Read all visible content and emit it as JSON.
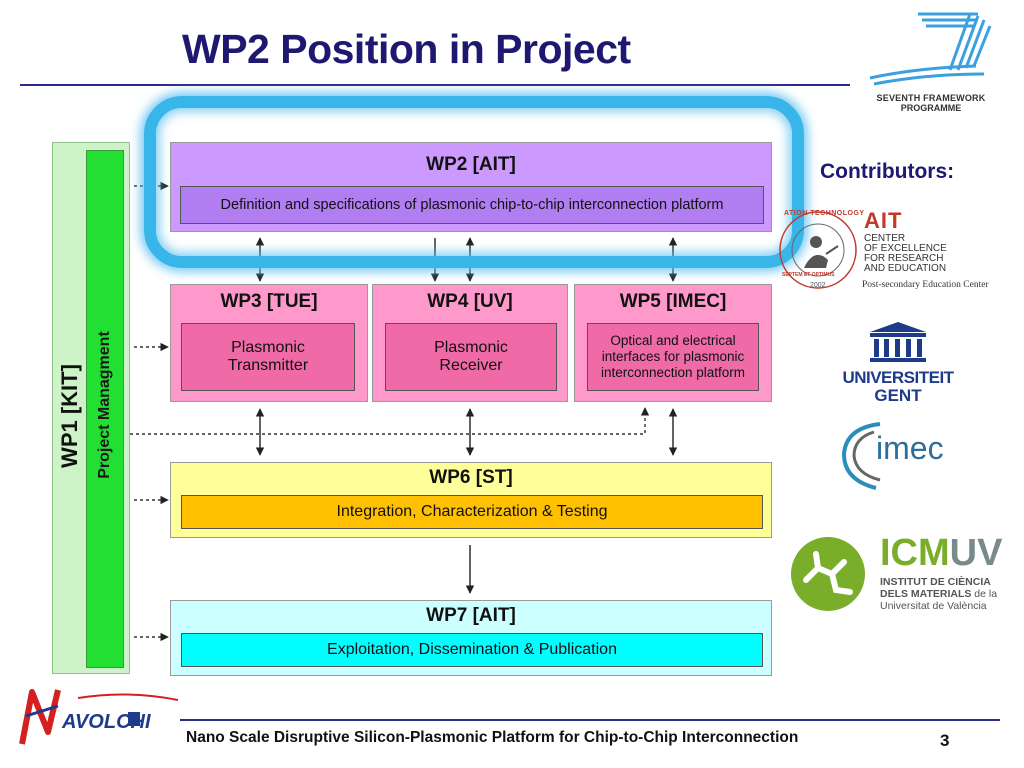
{
  "title": "WP2 Position in Project",
  "footer": {
    "text": "Nano Scale Disruptive Silicon-Plasmonic Platform for Chip-to-Chip Interconnection",
    "page": "3"
  },
  "logos": {
    "fp7": {
      "line1": "SEVENTH FRAMEWORK",
      "line2": "PROGRAMME"
    },
    "navolchi": "NAVOLCHI",
    "ait": {
      "name": "AIT",
      "lines": [
        "CENTER",
        "OF EXCELLENCE",
        "FOR RESEARCH",
        "AND EDUCATION"
      ],
      "sub": "Post-secondary Education Center",
      "ring": "ATION TECHNOLOGY",
      "year": "2002",
      "ring2": "SEPTEM ET OPTIMUS"
    },
    "ugent": {
      "line1": "UNIVERSITEIT",
      "line2": "GENT"
    },
    "imec": "imec",
    "icmuv": {
      "name_a": "ICM",
      "name_b": "UV",
      "line1": "INSTITUT DE CIÈNCIA",
      "line2a": "DELS MATERIALS",
      "line2b": " de la",
      "line3": "Universitat de València"
    }
  },
  "contributors_label": "Contributors:",
  "diagram": {
    "wp1": "WP1 [KIT]",
    "pm": "Project Managment",
    "wp2": {
      "head": "WP2 [AIT]",
      "body": "Definition and specifications  of plasmonic chip-to-chip interconnection platform"
    },
    "wp3": {
      "head": "WP3 [TUE]",
      "body_lines": [
        "Plasmonic",
        "Transmitter"
      ]
    },
    "wp4": {
      "head": "WP4 [UV]",
      "body_lines": [
        "Plasmonic",
        "Receiver"
      ]
    },
    "wp5": {
      "head": "WP5 [IMEC]",
      "body_lines": [
        "Optical and electrical",
        "interfaces for plasmonic",
        "interconnection platform"
      ]
    },
    "wp6": {
      "head": "WP6 [ST]",
      "body": "Integration, Characterization & Testing"
    },
    "wp7": {
      "head": "WP7 [AIT]",
      "body": "Exploitation, Dissemination & Publication"
    }
  },
  "colors": {
    "title": "#1e1870",
    "wp2_outer": "#cc99ff",
    "wp2_inner": "#b07ef0",
    "highlight": "#38b6ea",
    "wp345_outer": "#ff99cc",
    "wp345_inner": "#f06aa8",
    "wp6_outer": "#ffff99",
    "wp6_inner": "#ffc000",
    "wp7_outer": "#ccffff",
    "wp7_inner": "#00ffff",
    "wp1": "#cff3c8",
    "pm": "#22e032"
  }
}
